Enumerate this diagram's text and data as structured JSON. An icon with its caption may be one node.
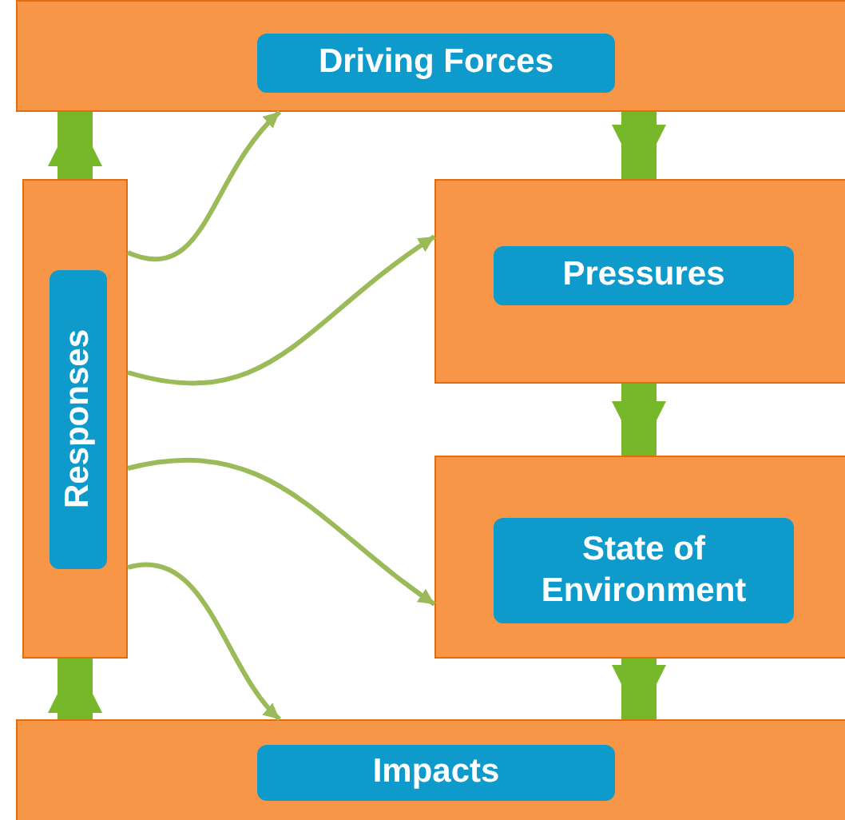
{
  "diagram": {
    "nodes": [
      {
        "text": [],
        "shape": "box"
      },
      {
        "text": [
          "Driving Forces"
        ],
        "in": 0
      },
      {
        "text": [],
        "shape": "box"
      },
      {
        "text": [
          "Pressures"
        ],
        "in": 2
      },
      {
        "text": [],
        "shape": "box"
      },
      {
        "text": [
          "State of Environment"
        ],
        "in": 4
      },
      {
        "text": [],
        "shape": "box"
      },
      {
        "text": [
          "Impacts"
        ],
        "in": 6
      },
      {
        "text": [],
        "shape": "box"
      },
      {
        "text": [
          "Responses"
        ],
        "in": 8
      }
    ],
    "edges": [
      {
        "from": 0,
        "to": 2,
        "arrow": "to"
      },
      {
        "from": 2,
        "to": 4,
        "arrow": "to"
      },
      {
        "from": 4,
        "to": 6,
        "arrow": "to"
      },
      {
        "from": 6,
        "to": 8,
        "arrow": "to"
      },
      {
        "from": 8,
        "to": 0,
        "arrow": "to"
      },
      {
        "from": 8,
        "to": 0,
        "arrow": "to",
        "color": "#9bbb59"
      },
      {
        "from": 8,
        "to": 2,
        "arrow": "to",
        "color": "#9bbb59"
      },
      {
        "from": 8,
        "to": 4,
        "arrow": "to",
        "color": "#9bbb59"
      },
      {
        "from": 8,
        "to": 6,
        "arrow": "to",
        "color": "#9bbb59"
      }
    ]
  }
}
